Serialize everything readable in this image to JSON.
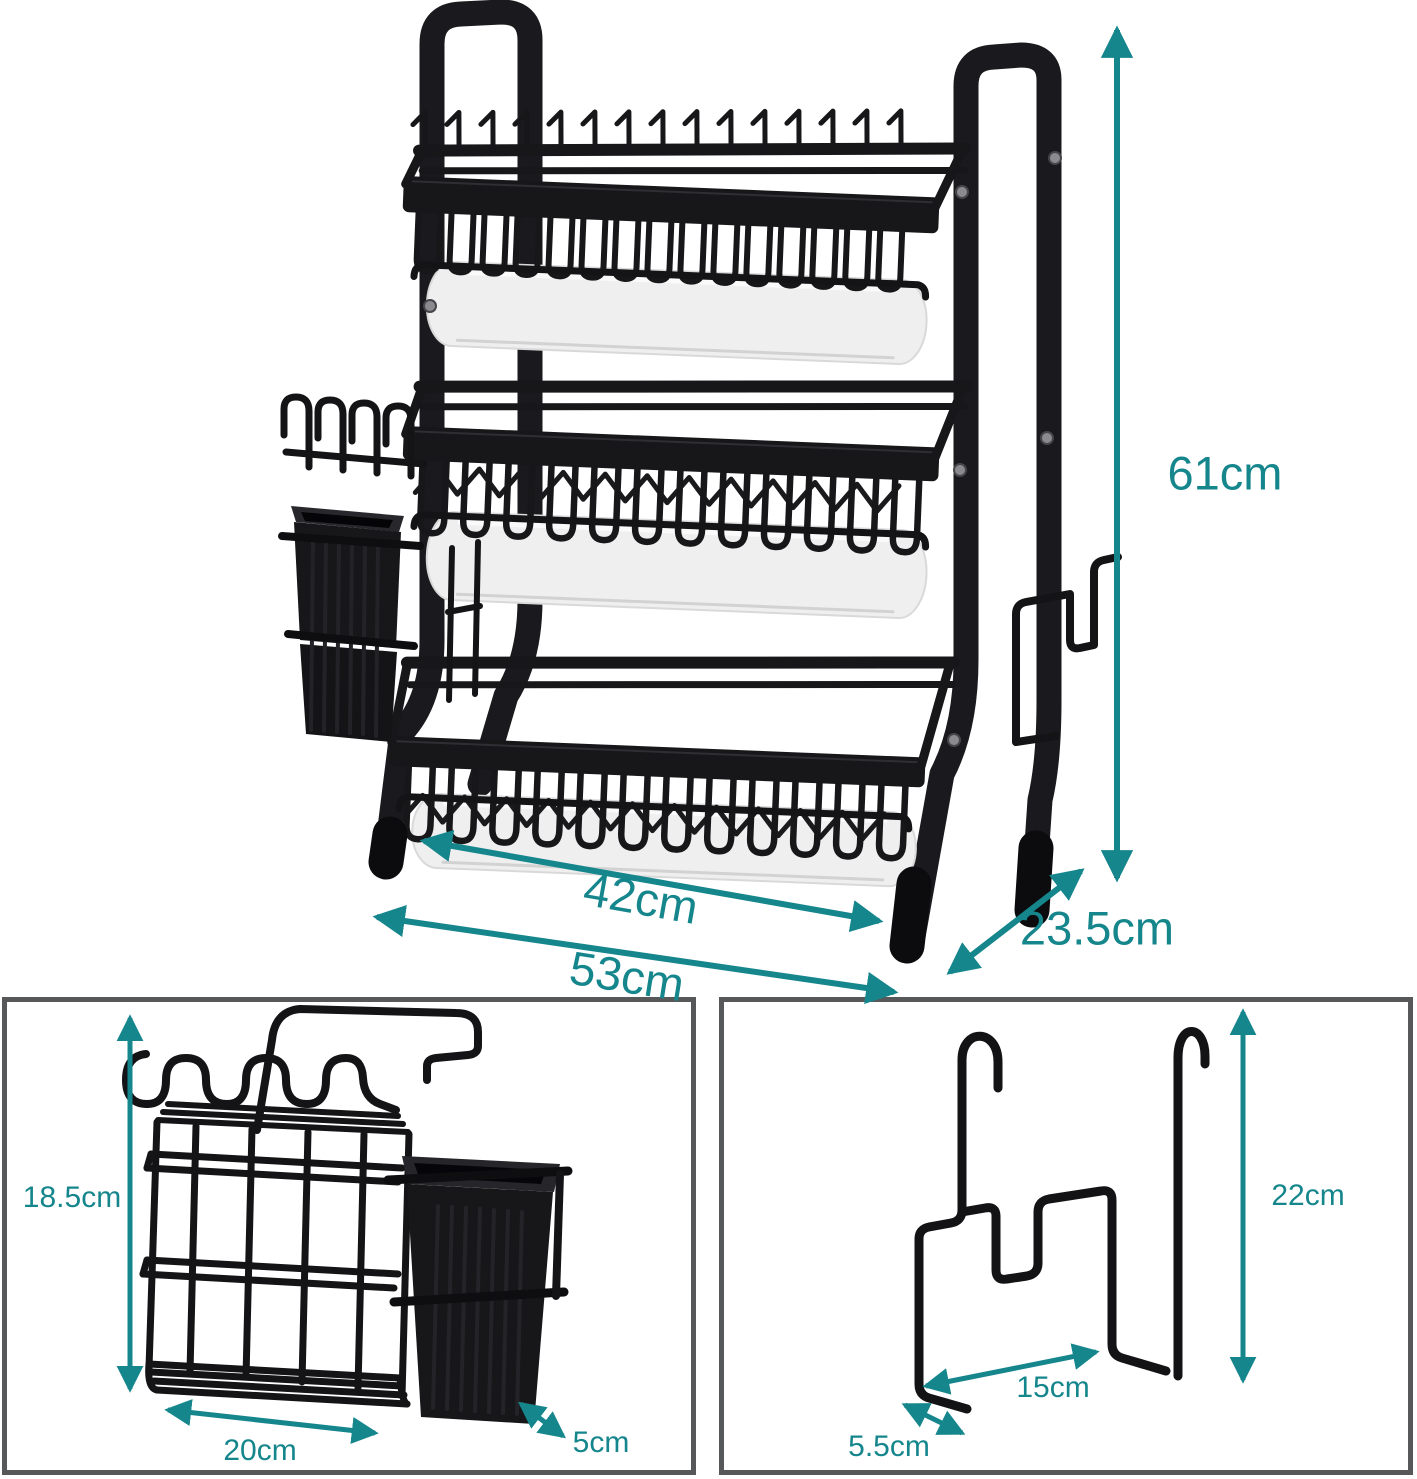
{
  "colors": {
    "accent": "#16868d",
    "frame_black": "#17171a",
    "panel_border": "#57585a",
    "tray_white": "#efefef"
  },
  "main_diagram": {
    "height_label": "61cm",
    "inner_width_label": "42cm",
    "outer_width_label": "53cm",
    "depth_label": "23.5cm"
  },
  "cutlery_panel": {
    "height_label": "18.5cm",
    "width_label": "20cm",
    "depth_label": "5cm"
  },
  "hook_panel": {
    "height_label": "22cm",
    "width_label": "15cm",
    "depth_label": "5.5cm"
  }
}
